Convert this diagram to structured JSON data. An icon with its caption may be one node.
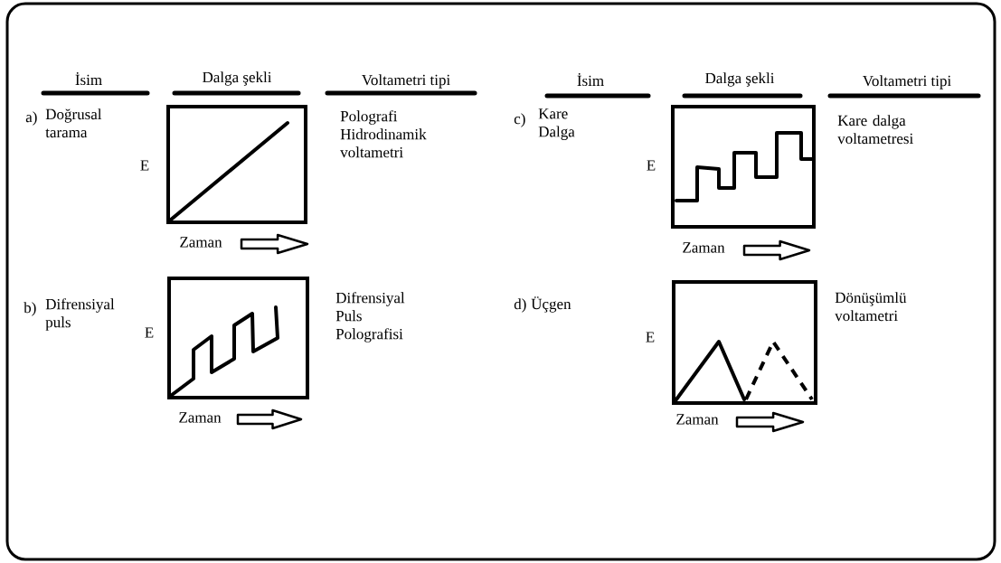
{
  "diagram": {
    "labels": [
      "İsim",
      "Dalga şekli",
      "Voltametri tipi",
      "İsim",
      "Dalga şekli",
      "Voltametri tipi",
      "a)",
      "Doğrusal tarama",
      "Polografi Hidrodinamik voltametri",
      "E",
      "Zaman",
      "c)",
      "Kare Dalga",
      "Kare dalga voltametresi",
      "E",
      "Zaman",
      "b)",
      "Difrensiyal puls",
      "Difrensiyal Puls Polografisi",
      "E",
      "Zaman",
      "d)",
      "Üçgen",
      "Dönüşümlü voltametri",
      "E",
      "Zaman"
    ]
  }
}
